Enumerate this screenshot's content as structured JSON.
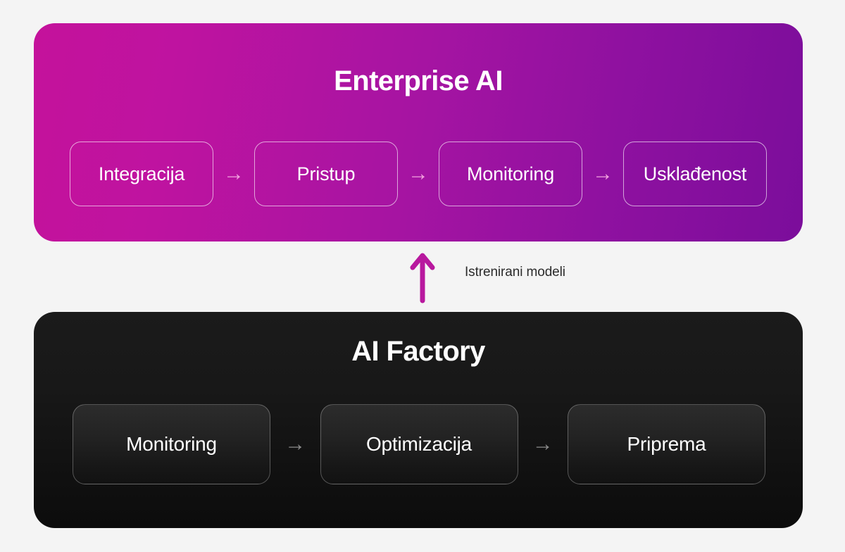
{
  "page": {
    "background_color": "#f4f4f4"
  },
  "diagram": {
    "type": "flow",
    "top_panel": {
      "title": "Enterprise AI",
      "gradient_from": "#c4129b",
      "gradient_to": "#7b0d9b",
      "arrow_color": "#f2a3de",
      "arrow_glyph": "→",
      "steps": [
        {
          "label": "Integracija"
        },
        {
          "label": "Pristup"
        },
        {
          "label": "Monitoring"
        },
        {
          "label": "Usklađenost"
        }
      ]
    },
    "connector": {
      "label": "Istrenirani modeli",
      "direction": "up",
      "color": "#b8189e",
      "label_color": "#2b2b2b"
    },
    "bottom_panel": {
      "title": "AI Factory",
      "background_from": "#1b1b1b",
      "background_to": "#0c0c0c",
      "arrow_color": "#8a8a8a",
      "arrow_glyph": "→",
      "steps": [
        {
          "label": "Monitoring"
        },
        {
          "label": "Optimizacija"
        },
        {
          "label": "Priprema"
        }
      ]
    }
  }
}
